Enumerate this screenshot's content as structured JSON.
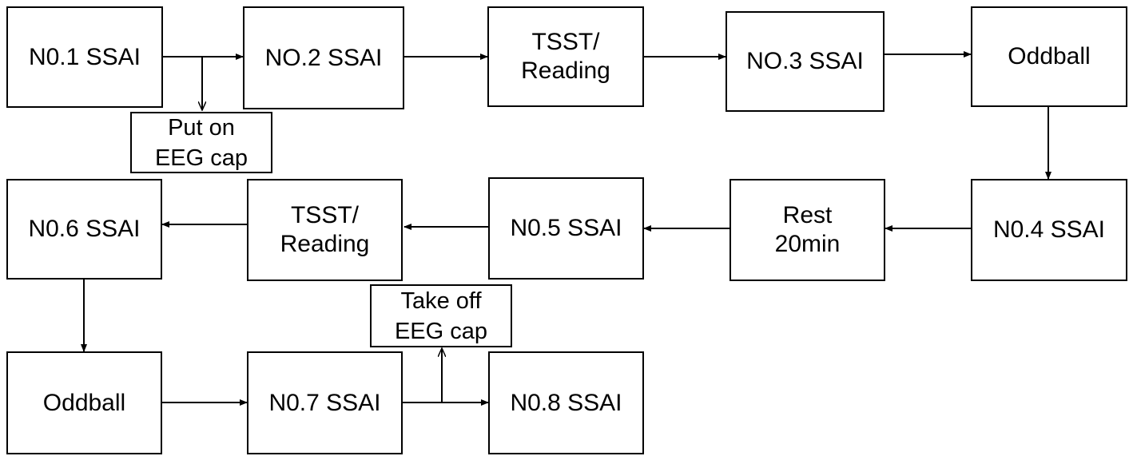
{
  "steps": {
    "s1": "N0.1 SSAI",
    "s2": "NO.2 SSAI",
    "s3": "TSST/\nReading",
    "s4": "NO.3 SSAI",
    "s5": "Oddball",
    "s6": "N0.4 SSAI",
    "s7": "Rest\n20min",
    "s8": "N0.5 SSAI",
    "s9": "TSST/\nReading",
    "s10": "N0.6 SSAI",
    "s11": "Oddball",
    "s12": "N0.7 SSAI",
    "s13": "N0.8 SSAI"
  },
  "notes": {
    "put_on": "Put on\nEEG cap",
    "take_off": "Take off\nEEG cap"
  },
  "colors": {
    "stroke": "#000000",
    "background": "#ffffff"
  }
}
